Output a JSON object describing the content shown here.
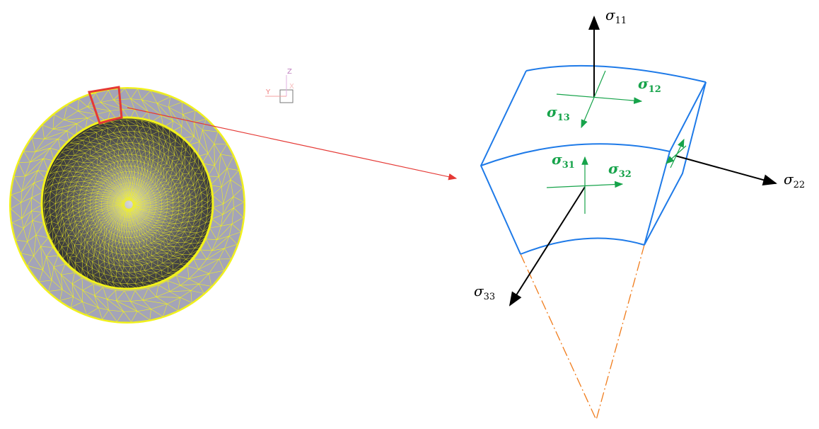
{
  "colors": {
    "element": "#1e7ae8",
    "axes": "#000000",
    "shear": "#16a34a",
    "cone": "#f07b1a",
    "highlight": "#e53935",
    "mesh": "#f2f21a",
    "shell": "#a4a4b8"
  },
  "triad": {
    "y": "Y",
    "z": "Z",
    "x": "X"
  },
  "labels": {
    "s11": {
      "sym": "σ",
      "sub": "11"
    },
    "s12": {
      "sym": "σ",
      "sub": "12"
    },
    "s13": {
      "sym": "σ",
      "sub": "13"
    },
    "s22": {
      "sym": "σ",
      "sub": "22"
    },
    "s31": {
      "sym": "σ",
      "sub": "31"
    },
    "s32": {
      "sym": "σ",
      "sub": "32"
    },
    "s33": {
      "sym": "σ",
      "sub": "33"
    }
  }
}
